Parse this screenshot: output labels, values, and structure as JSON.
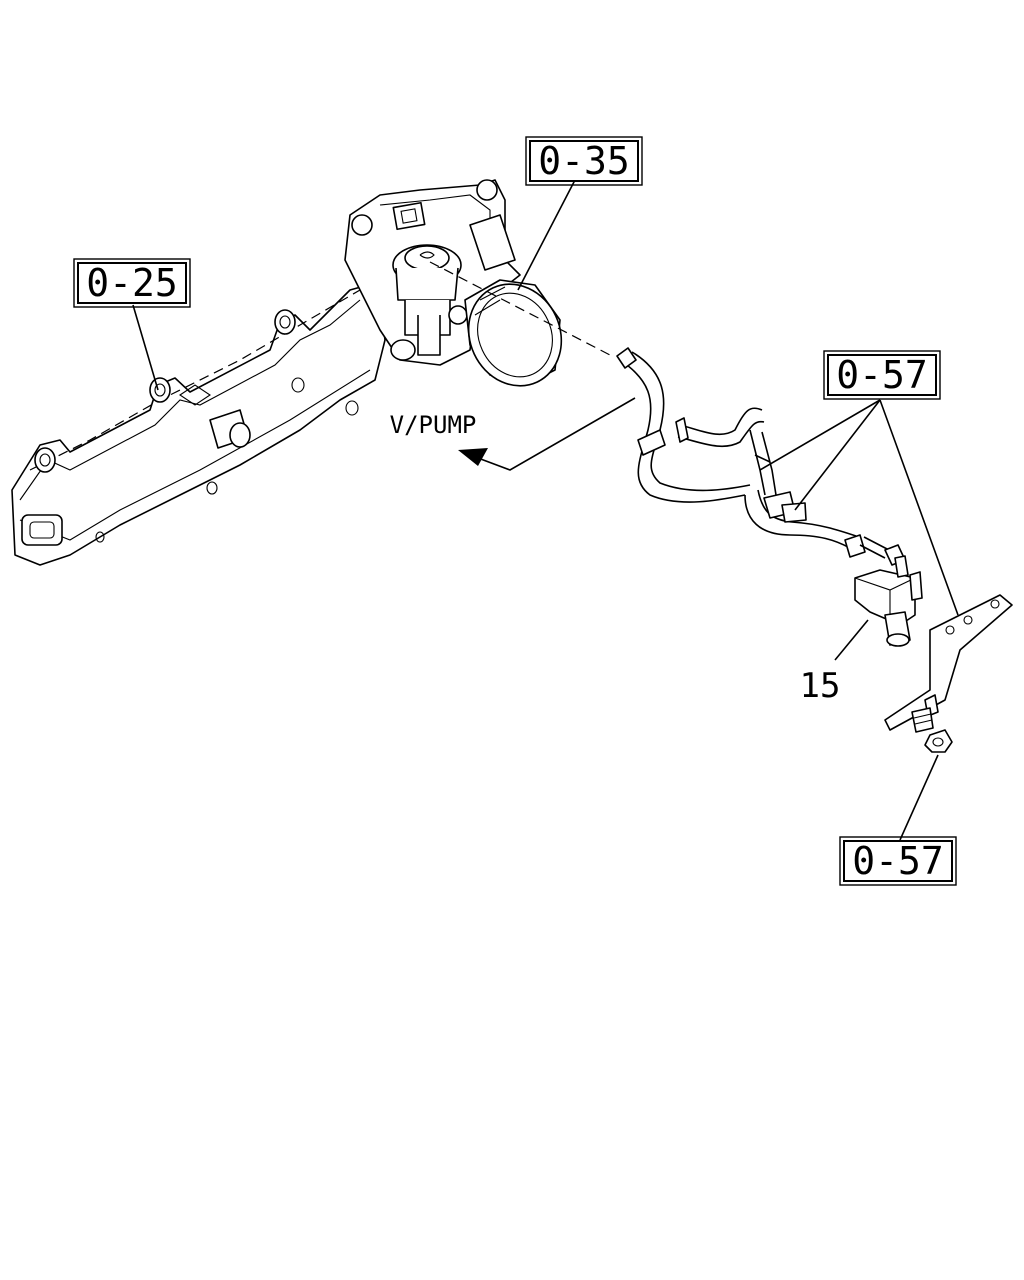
{
  "callouts": {
    "ref_0_35": "0-35",
    "ref_0_25": "0-25",
    "ref_0_57_top": "0-57",
    "ref_0_57_bottom": "0-57",
    "part_15": "15",
    "vpump": "V/PUMP"
  }
}
